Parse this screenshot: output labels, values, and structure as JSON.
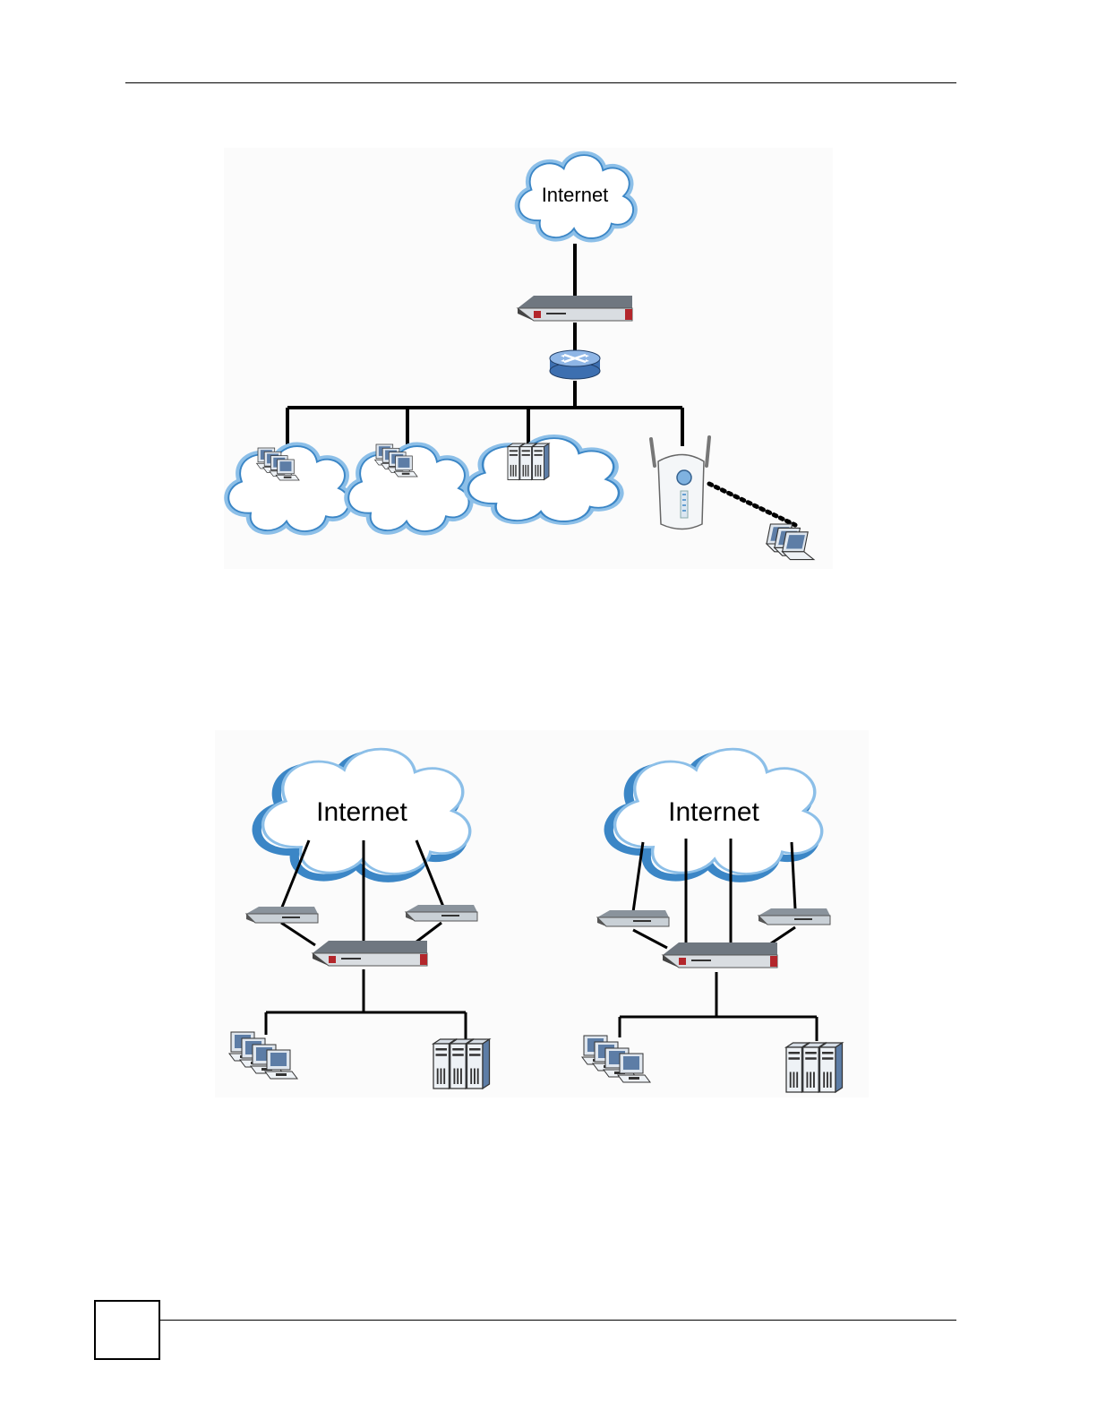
{
  "figure_top": {
    "internet_label": "Internet",
    "lan_clouds": [
      {
        "name": "workstation-cloud-1"
      },
      {
        "name": "workstation-cloud-2"
      },
      {
        "name": "server-cloud"
      }
    ],
    "wireless": {
      "ap": "access-point",
      "client": "laptop"
    }
  },
  "figure_bottom_left": {
    "internet_label": "Internet"
  },
  "figure_bottom_right": {
    "internet_label": "Internet"
  },
  "page": {
    "page_number": ""
  },
  "colors": {
    "cloud_fill": "#ffffff",
    "cloud_outline": "#3b86c6",
    "cloud_shadow": "#8cbfe8",
    "firewall_red": "#b3262b",
    "device_gray": "#9aa3ad",
    "router_blue": "#5b8fd1",
    "line": "#000000"
  }
}
